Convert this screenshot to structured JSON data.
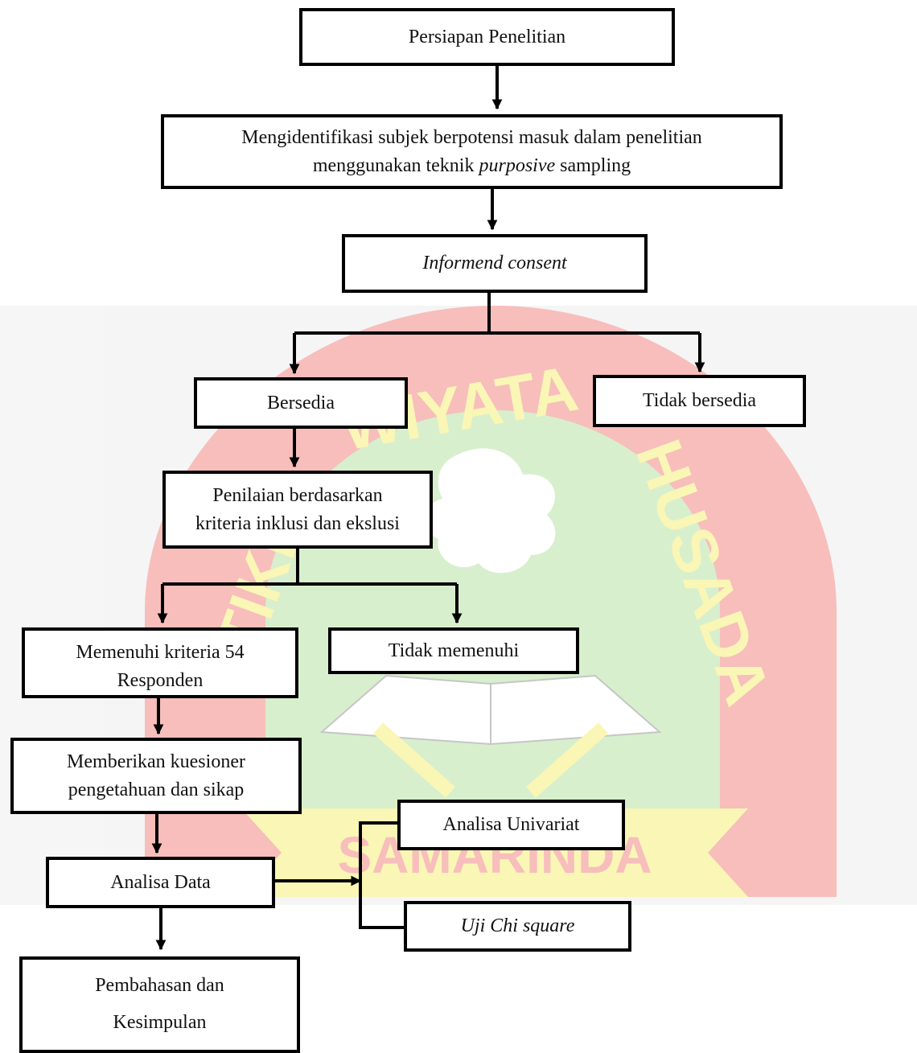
{
  "watermark": {
    "arc_text_left": "STIKES",
    "arc_text_top": "WIYATA",
    "arc_text_right": "HUSADA",
    "banner_text": "SAMARINDA",
    "colors": {
      "ring": "#f28a86",
      "inner": "#b7e3a6",
      "letters": "#f7ef7a",
      "banner": "#f7ef7a"
    }
  },
  "nodes": {
    "persiapan": {
      "text": "Persiapan Penelitian"
    },
    "identifikasi": {
      "line1": "Mengidentifikasi subjek berpotensi masuk dalam penelitian",
      "line2_before": "menggunakan teknik ",
      "line2_italic": "purposive",
      "line2_after": " sampling"
    },
    "informed": {
      "text": "Informend consent"
    },
    "bersedia": {
      "text": "Bersedia"
    },
    "tidak_bersedia": {
      "text": "Tidak bersedia"
    },
    "penilaian": {
      "line1": "Penilaian berdasarkan",
      "line2": "kriteria inklusi dan ekslusi"
    },
    "memenuhi": {
      "line1": "Memenuhi kriteria 54",
      "line2": "Responden"
    },
    "tidak_memenuhi": {
      "text": "Tidak memenuhi"
    },
    "kuesioner": {
      "line1": "Memberikan kuesioner",
      "line2": "pengetahuan dan sikap"
    },
    "analisa_data": {
      "text": "Analisa Data"
    },
    "univariat": {
      "text": "Analisa Univariat"
    },
    "chi_square": {
      "text": "Uji Chi square"
    },
    "pembahasan": {
      "line1": "Pembahasan dan",
      "line2": "Kesimpulan"
    }
  }
}
